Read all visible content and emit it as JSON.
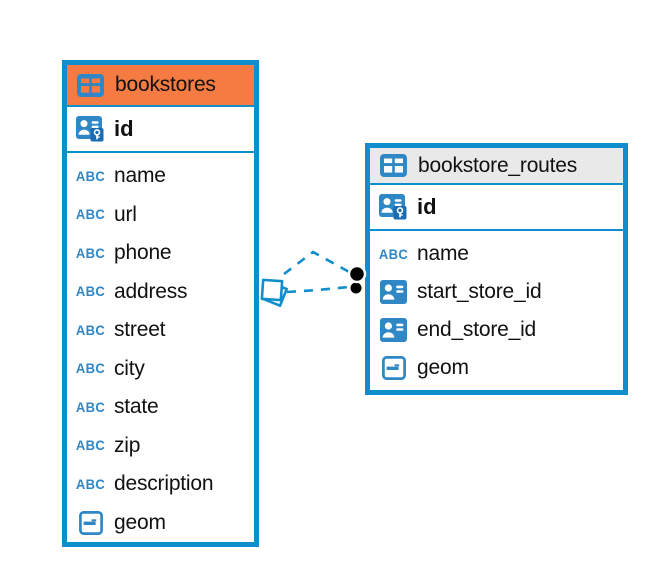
{
  "colors": {
    "table_border_blue": "#0f8dcd",
    "icon_blue": "#2f87c5",
    "key_badge_blue": "#1a6db3",
    "bookstores_header_orange": "#f57b42",
    "routes_header_gray": "#e9e9e9",
    "connector_blue": "#0f8dcd",
    "anchor_dot_black": "#000000"
  },
  "icons": {
    "text_glyph": "ABC"
  },
  "tables": [
    {
      "name": "bookstores",
      "primary_key": {
        "name": "id"
      },
      "fields": [
        {
          "name": "name",
          "type": "text"
        },
        {
          "name": "url",
          "type": "text"
        },
        {
          "name": "phone",
          "type": "text"
        },
        {
          "name": "address",
          "type": "text"
        },
        {
          "name": "street",
          "type": "text"
        },
        {
          "name": "city",
          "type": "text"
        },
        {
          "name": "state",
          "type": "text"
        },
        {
          "name": "zip",
          "type": "text"
        },
        {
          "name": "description",
          "type": "text"
        },
        {
          "name": "geom",
          "type": "geometry"
        }
      ]
    },
    {
      "name": "bookstore_routes",
      "primary_key": {
        "name": "id"
      },
      "fields": [
        {
          "name": "name",
          "type": "text"
        },
        {
          "name": "start_store_id",
          "type": "reference"
        },
        {
          "name": "end_store_id",
          "type": "reference"
        },
        {
          "name": "geom",
          "type": "geometry"
        }
      ]
    }
  ],
  "relationships": [
    {
      "from_table": "bookstores",
      "to_table": "bookstore_routes",
      "via": "start_store_id",
      "style": "dashed"
    },
    {
      "from_table": "bookstores",
      "to_table": "bookstore_routes",
      "via": "end_store_id",
      "style": "dashed"
    }
  ]
}
